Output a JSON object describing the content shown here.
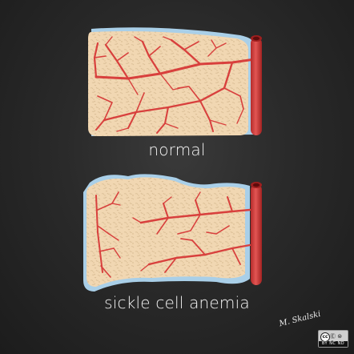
{
  "labels": {
    "normal": "normal",
    "sickle": "sickle cell anemia"
  },
  "signature": "M. Skalski",
  "license": {
    "mark": "cc",
    "icons": "Ⓔ ⊜ ⊝",
    "terms": "BY NC ND"
  },
  "colors": {
    "background": "#262626",
    "bone": "#f1d7b2",
    "trabecular": "#d4b892",
    "cortex": "#a9cfe8",
    "vessel": "#d8403d",
    "vessel_dark": "#9e1f1f"
  }
}
